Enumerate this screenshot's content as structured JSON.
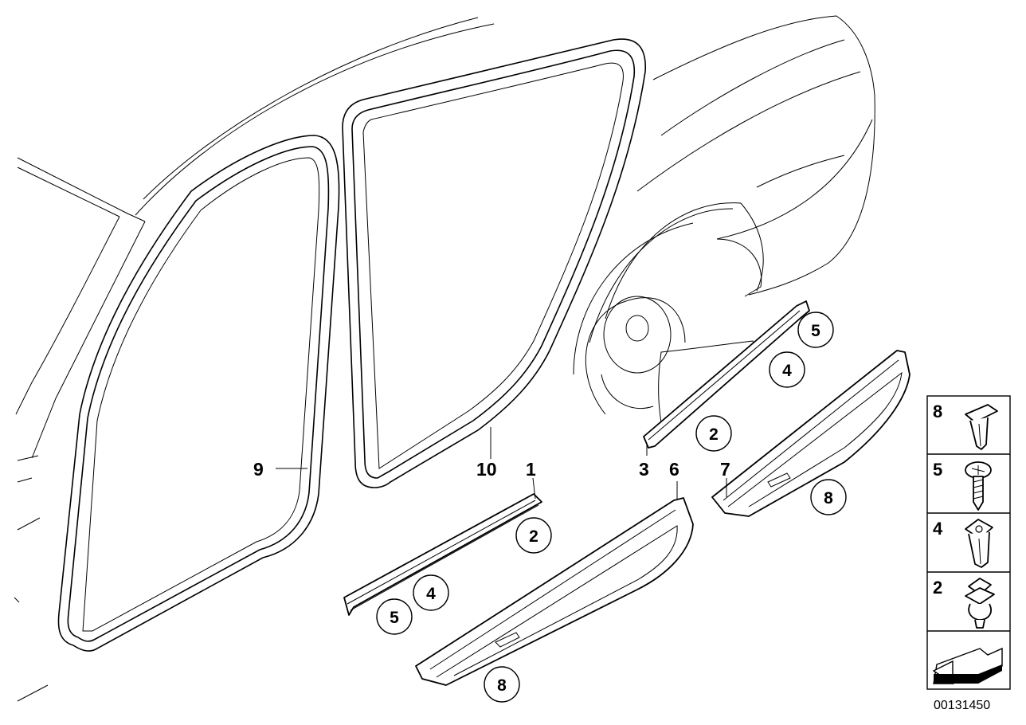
{
  "diagram_number": "00131450",
  "part_labels": [
    {
      "id": "label-1",
      "text": "1"
    },
    {
      "id": "label-3",
      "text": "3"
    },
    {
      "id": "label-6",
      "text": "6"
    },
    {
      "id": "label-7",
      "text": "7"
    },
    {
      "id": "label-9",
      "text": "9"
    },
    {
      "id": "label-10",
      "text": "10"
    }
  ],
  "circled_labels": [
    {
      "id": "circle-2-front",
      "text": "2"
    },
    {
      "id": "circle-4-front",
      "text": "4"
    },
    {
      "id": "circle-5-front",
      "text": "5"
    },
    {
      "id": "circle-8-front",
      "text": "8"
    },
    {
      "id": "circle-5-rear",
      "text": "5"
    },
    {
      "id": "circle-4-rear",
      "text": "4"
    },
    {
      "id": "circle-2-rear",
      "text": "2"
    },
    {
      "id": "circle-8-rear",
      "text": "8"
    }
  ],
  "legend": [
    {
      "number": "8",
      "icon": "expanding-rivet-icon"
    },
    {
      "number": "5",
      "icon": "self-tapping-screw-icon"
    },
    {
      "number": "4",
      "icon": "clip-nut-icon"
    },
    {
      "number": "2",
      "icon": "retaining-clip-icon"
    }
  ],
  "legend_footer_icon": "arrow-indicator-icon"
}
